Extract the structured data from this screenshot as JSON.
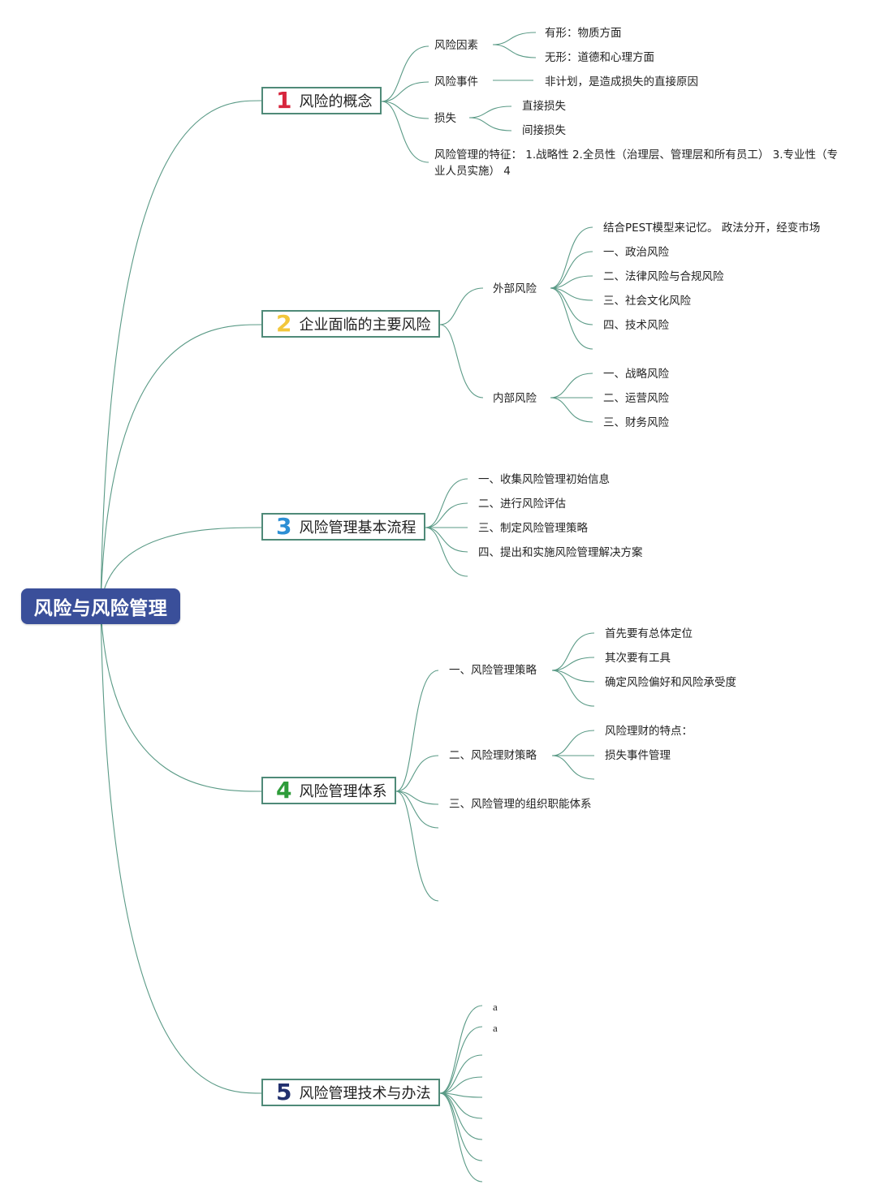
{
  "root": {
    "label": "风险与风险管理"
  },
  "topics": [
    {
      "number": "1",
      "color": "#d7263d",
      "label": "风险的概念"
    },
    {
      "number": "2",
      "color": "#f2c73b",
      "label": "企业面临的主要风险"
    },
    {
      "number": "3",
      "color": "#2d8fd4",
      "label": "风险管理基本流程"
    },
    {
      "number": "4",
      "color": "#2e9c3a",
      "label": "风险管理体系"
    },
    {
      "number": "5",
      "color": "#22306e",
      "label": "风险管理技术与办法"
    }
  ],
  "t1": {
    "factor": "风险因素",
    "factor_children": [
      "有形：物质方面",
      "无形：道德和心理方面"
    ],
    "event": "风险事件",
    "event_child": "非计划，是造成损失的直接原因",
    "loss": "损失",
    "loss_children": [
      "直接损失",
      "间接损失"
    ],
    "features": "风险管理的特征：  1.战略性 2.全员性（治理层、管理层和所有员工） 3.专业性（专业人员实施） 4"
  },
  "t2": {
    "external": "外部风险",
    "external_children": [
      "结合PEST模型来记忆。 政法分开，经变市场",
      "一、政治风险",
      "二、法律风险与合规风险",
      "三、社会文化风险",
      "四、技术风险"
    ],
    "internal": "内部风险",
    "internal_children": [
      "一、战略风险",
      "二、运营风险",
      "三、财务风险"
    ]
  },
  "t3": {
    "children": [
      "一、收集风险管理初始信息",
      "二、进行风险评估",
      "三、制定风险管理策略",
      "四、提出和实施风险管理解决方案"
    ]
  },
  "t4": {
    "strategy": "一、风险管理策略",
    "strategy_children": [
      "首先要有总体定位",
      "其次要有工具",
      "确定风险偏好和风险承受度"
    ],
    "finance": "二、风险理财策略",
    "finance_children": [
      "风险理财的特点：",
      "损失事件管理"
    ],
    "org": "三、风险管理的组织职能体系"
  },
  "t5": {
    "children": [
      "a",
      "a"
    ]
  },
  "colors": {
    "line": "#5a9a86",
    "root_bg": "#3a4f9a",
    "topic_border": "#4f8a78"
  }
}
